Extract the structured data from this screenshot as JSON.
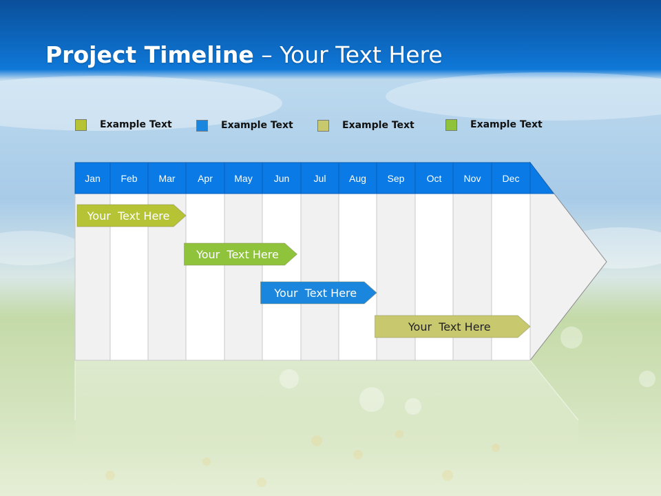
{
  "slide": {
    "title_bold": "Project Timeline",
    "title_rest": " – Your Text Here"
  },
  "legend": [
    {
      "label": "Example Text",
      "color": "#b5c334"
    },
    {
      "label": "Example Text",
      "color": "#1a86dd"
    },
    {
      "label": "Example Text",
      "color": "#c8c96e"
    },
    {
      "label": "Example Text",
      "color": "#8fc33c"
    }
  ],
  "timeline": {
    "months": [
      "Jan",
      "Feb",
      "Mar",
      "Apr",
      "May",
      "Jun",
      "Jul",
      "Aug",
      "Sep",
      "Oct",
      "Nov",
      "Dec"
    ],
    "header_color": "#0a7ae6",
    "tasks": [
      {
        "label": "Your  Text Here",
        "start_month": 1.0,
        "end_month": 4.0,
        "color": "#b5c334",
        "text_color": "#ffffff"
      },
      {
        "label": "Your  Text Here",
        "start_month": 3.9,
        "end_month": 6.9,
        "color": "#8fc33c",
        "text_color": "#ffffff"
      },
      {
        "label": "Your  Text Here",
        "start_month": 5.9,
        "end_month": 9.0,
        "color": "#1a86dd",
        "text_color": "#ffffff"
      },
      {
        "label": "Your  Text Here",
        "start_month": 8.9,
        "end_month": 13.0,
        "color": "#c8c96e",
        "text_color": "#222222"
      }
    ]
  }
}
